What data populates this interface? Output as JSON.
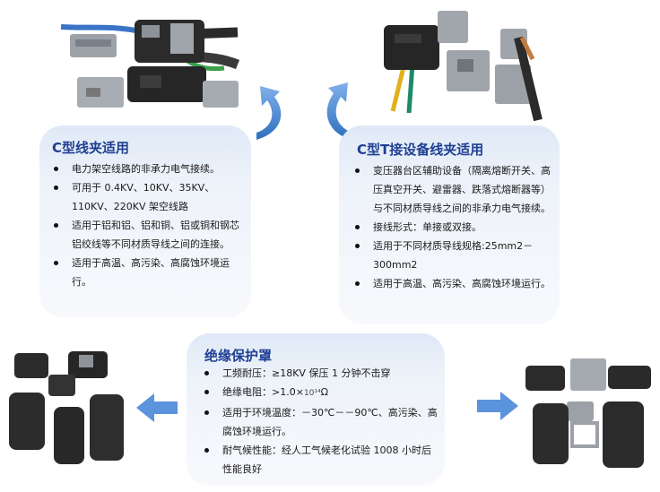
{
  "panel_c_clamp": {
    "title": "C型线夹适用",
    "bullets": [
      "电力架空线路的非承力电气接续。",
      "可用于 0.4KV、10KV、35KV、110KV、220KV 架空线路",
      "适用于铝和铝、铝和铜、铝或铜和钢芯铝绞线等不同材质导线之间的连接。",
      "适用于高温、高污染、高腐蚀环境运行。"
    ]
  },
  "panel_ct_clamp": {
    "title": "C型T接设备线夹适用",
    "bullets": [
      "变压器台区辅助设备（隔离熔断开关、高压真空开关、避雷器、跌落式熔断器等）与不同材质导线之间的非承力电气接续。",
      "接线形式：单接或双接。",
      "适用于不同材质导线规格:25mm2－300mm2",
      "适用于高温、高污染、高腐蚀环境运行。"
    ]
  },
  "panel_cover": {
    "title": "绝缘保护罩",
    "bullets": [
      {
        "label": "工频耐压：",
        "value": "≥18KV 保压 1 分钟不击穿"
      },
      {
        "label": "绝缘电阻：",
        "value_prefix": ">1.0×",
        "value_power": "10¹⁴",
        "value_suffix": "Ω"
      },
      {
        "label": "适用于环境温度：",
        "value": "－30℃－－90℃、高污染、高腐蚀环境运行。"
      },
      {
        "label": "耐气候性能：",
        "value": "经人工气候老化试验 1008 小时后性能良好"
      }
    ]
  },
  "icons": {
    "arrow_left_curved": "curved-arrow-icon",
    "arrow_right_curved": "curved-arrow-icon",
    "arrow_left": "arrow-left-icon",
    "arrow_right": "arrow-right-icon"
  },
  "colors": {
    "title_blue": "#1f3f93",
    "arrow_blue": "#4a86d6",
    "panel_bg": "#e6eef8"
  }
}
